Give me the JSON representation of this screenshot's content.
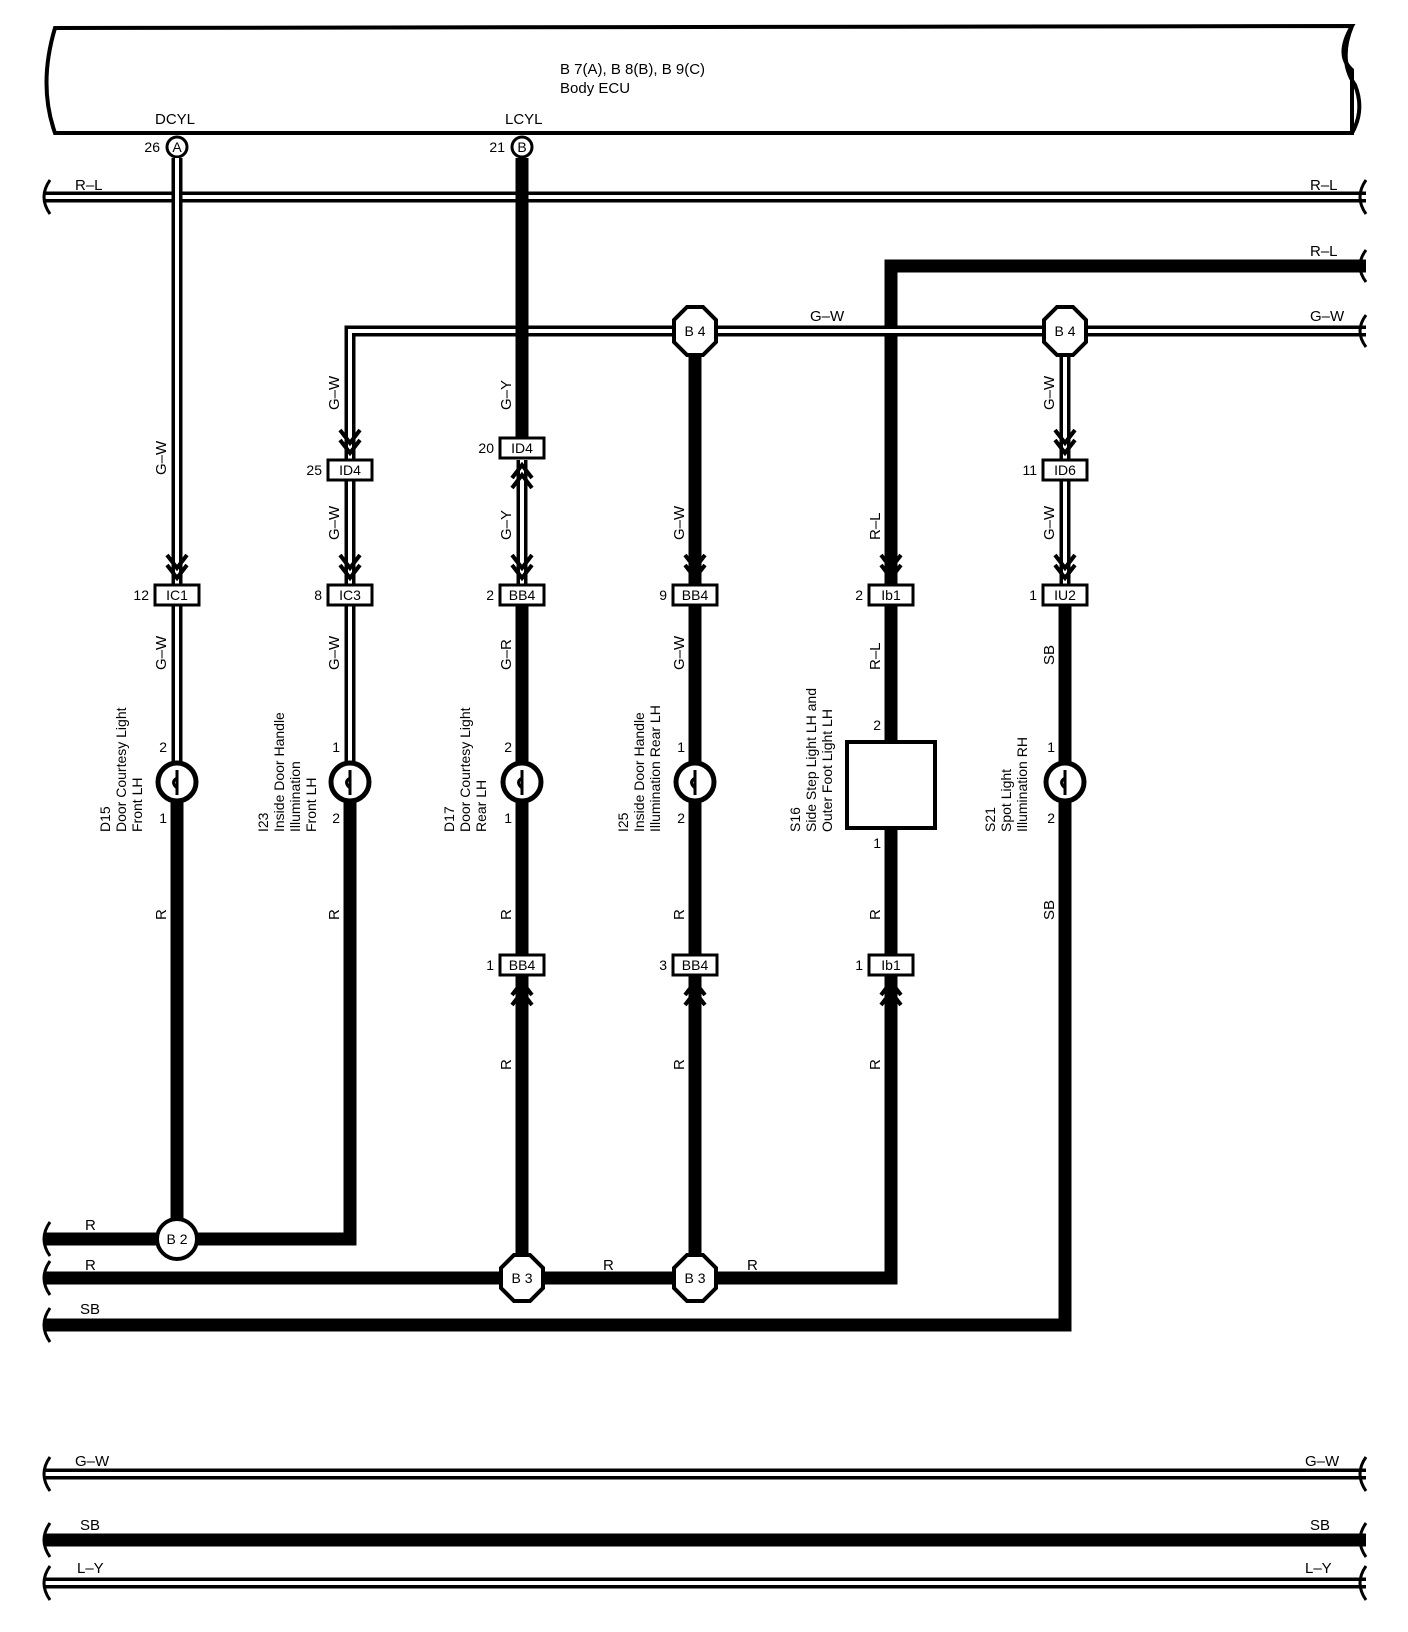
{
  "ecu": {
    "title_line1": "B 7(A), B 8(B), B 9(C)",
    "title_line2": "Body ECU",
    "terminal_a": {
      "name": "DCYL",
      "pin": "26",
      "letter": "A"
    },
    "terminal_b": {
      "name": "LCYL",
      "pin": "21",
      "letter": "B"
    }
  },
  "bus_top": {
    "left": "R–L",
    "right": "R–L"
  },
  "wire_rl_right": "R–L",
  "wire_gw_right": "G–W",
  "wire_gw_mid": "G–W",
  "junctions": {
    "b4_left": "B 4",
    "b4_right": "B 4",
    "b2": "B 2",
    "b3_left": "B 3",
    "b3_right": "B 3"
  },
  "columns": [
    {
      "id": "d15",
      "wire_upper": "G–W",
      "conn1": {
        "pin": "12",
        "label": "IC1"
      },
      "wire_mid": "G–W",
      "comp_pin_top": "2",
      "comp_pin_bottom": "1",
      "component": [
        "D15",
        "Door Courtesy Light",
        "Front LH"
      ],
      "wire_lower": "R"
    },
    {
      "id": "i23",
      "wire_upper": "G–W",
      "conn0": {
        "pin": "25",
        "label": "ID4"
      },
      "wire_upper2": "G–W",
      "conn1": {
        "pin": "8",
        "label": "IC3"
      },
      "wire_mid": "G–W",
      "comp_pin_top": "1",
      "comp_pin_bottom": "2",
      "component": [
        "I23",
        "Inside Door Handle",
        "Illumination",
        "Front LH"
      ],
      "wire_lower": "R"
    },
    {
      "id": "d17",
      "wire_upper": "G–Y",
      "conn0": {
        "pin": "20",
        "label": "ID4"
      },
      "wire_upper2": "G–Y",
      "conn1": {
        "pin": "2",
        "label": "BB4"
      },
      "wire_mid": "G–R",
      "comp_pin_top": "2",
      "comp_pin_bottom": "1",
      "component": [
        "D17",
        "Door Courtesy Light",
        "Rear LH"
      ],
      "wire_lower": "R",
      "conn2": {
        "pin": "1",
        "label": "BB4"
      },
      "wire_lower2": "R"
    },
    {
      "id": "i25",
      "wire_upper": "G–W",
      "conn1": {
        "pin": "9",
        "label": "BB4"
      },
      "wire_mid": "G–W",
      "comp_pin_top": "1",
      "comp_pin_bottom": "2",
      "component": [
        "I25",
        "Inside Door Handle",
        "Illumination Rear LH"
      ],
      "wire_lower": "R",
      "conn2": {
        "pin": "3",
        "label": "BB4"
      },
      "wire_lower2": "R"
    },
    {
      "id": "s16",
      "wire_upper": "R–L",
      "conn1": {
        "pin": "2",
        "label": "Ib1"
      },
      "wire_mid": "R–L",
      "comp_pin_top": "2",
      "comp_pin_bottom": "1",
      "component": [
        "S16",
        "Side Step Light LH and",
        "Outer Foot Light LH"
      ],
      "wire_lower": "R",
      "conn2": {
        "pin": "1",
        "label": "Ib1"
      },
      "wire_lower2": "R"
    },
    {
      "id": "s21",
      "wire_upper": "G–W",
      "conn0": {
        "pin": "11",
        "label": "ID6"
      },
      "wire_upper2": "G–W",
      "conn1": {
        "pin": "1",
        "label": "IU2"
      },
      "wire_mid": "SB",
      "comp_pin_top": "1",
      "comp_pin_bottom": "2",
      "component": [
        "S21",
        "Spot Light",
        "Illumination RH"
      ],
      "wire_lower": "SB"
    }
  ],
  "bottom_wires": {
    "b2_left": "R",
    "b3_left": "R",
    "b3_mid": "R",
    "b3_right": "R",
    "sb_left": "SB"
  },
  "bus_bottom": [
    {
      "left": "G–W",
      "right": "G–W"
    },
    {
      "left": "SB",
      "right": "SB"
    },
    {
      "left": "L–Y",
      "right": "L–Y"
    }
  ]
}
